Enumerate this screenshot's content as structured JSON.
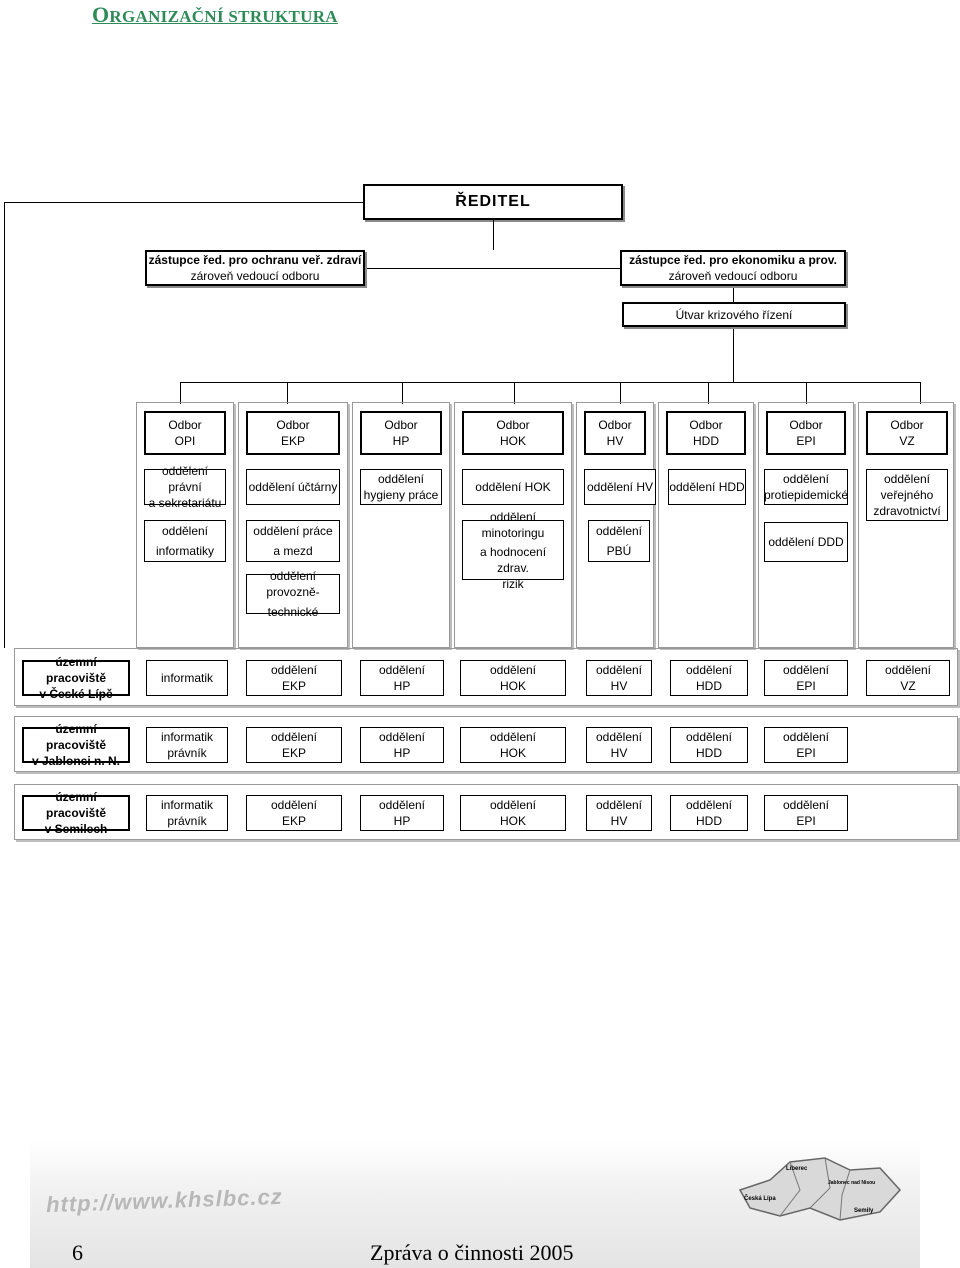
{
  "title": {
    "first": "O",
    "rest": "RGANIZAČNÍ STRUKTURA"
  },
  "director": "ŘEDITEL",
  "deputy_left": {
    "line1": "zástupce řed. pro ochranu veř. zdraví",
    "line2": "zároveň vedoucí odboru"
  },
  "deputy_right": {
    "line1": "zástupce řed. pro ekonomiku a prov.",
    "line2": "zároveň vedoucí odboru"
  },
  "crisis": "Útvar krizového řízení",
  "odbory": [
    {
      "l1": "Odbor",
      "l2": "OPI"
    },
    {
      "l1": "Odbor",
      "l2": "EKP"
    },
    {
      "l1": "Odbor",
      "l2": "HP"
    },
    {
      "l1": "Odbor",
      "l2": "HOK"
    },
    {
      "l1": "Odbor",
      "l2": "HV"
    },
    {
      "l1": "Odbor",
      "l2": "HDD"
    },
    {
      "l1": "Odbor",
      "l2": "EPI"
    },
    {
      "l1": "Odbor",
      "l2": "VZ"
    }
  ],
  "depts": {
    "opi_1": [
      "oddělení právní",
      "a sekretariátu"
    ],
    "opi_2": [
      "oddělení",
      "informatiky"
    ],
    "ekp_1": [
      "oddělení účtárny"
    ],
    "ekp_2": [
      "oddělení práce",
      "a mezd"
    ],
    "ekp_3": [
      "oddělení provozně-",
      "technické"
    ],
    "hp_1": [
      "oddělení",
      "hygieny práce"
    ],
    "hok_1": [
      "oddělení HOK"
    ],
    "hok_2": [
      "oddělení minotoringu",
      "a hodnocení zdrav.",
      "rizik"
    ],
    "hv_1": [
      "oddělení HV"
    ],
    "hv_2": [
      "oddělení",
      "PBÚ"
    ],
    "hdd_1": [
      "oddělení HDD"
    ],
    "epi_1": [
      "oddělení",
      "protiepidemické"
    ],
    "epi_2": [
      "oddělení DDD"
    ],
    "vz_1": [
      "oddělení",
      "veřejného",
      "zdravotnictví"
    ]
  },
  "regions": [
    {
      "name": [
        "územní pracoviště",
        "v České Lípě"
      ],
      "staff": [
        "informatik"
      ],
      "units": [
        [
          "oddělení",
          "EKP"
        ],
        [
          "oddělení",
          "HP"
        ],
        [
          "oddělení",
          "HOK"
        ],
        [
          "oddělení",
          "HV"
        ],
        [
          "oddělení",
          "HDD"
        ],
        [
          "oddělení",
          "EPI"
        ],
        [
          "oddělení",
          "VZ"
        ]
      ]
    },
    {
      "name": [
        "územní pracoviště",
        "v Jablonci n. N."
      ],
      "staff": [
        "informatik",
        "právník"
      ],
      "units": [
        [
          "oddělení",
          "EKP"
        ],
        [
          "oddělení",
          "HP"
        ],
        [
          "oddělení",
          "HOK"
        ],
        [
          "oddělení",
          "HV"
        ],
        [
          "oddělení",
          "HDD"
        ],
        [
          "oddělení",
          "EPI"
        ]
      ]
    },
    {
      "name": [
        "územní pracoviště",
        "v Semilech"
      ],
      "staff": [
        "informatik",
        "právník"
      ],
      "units": [
        [
          "oddělení",
          "EKP"
        ],
        [
          "oddělení",
          "HP"
        ],
        [
          "oddělení",
          "HOK"
        ],
        [
          "oddělení",
          "HV"
        ],
        [
          "oddělení",
          "HDD"
        ],
        [
          "oddělení",
          "EPI"
        ]
      ]
    }
  ],
  "footer": {
    "url": "http://www.khslbc.cz",
    "page": "6",
    "report": "Zpráva o činnosti 2005",
    "map_labels": [
      "Liberec",
      "Česká Lípa",
      "Jablonec nad Nisou",
      "Semily"
    ]
  }
}
